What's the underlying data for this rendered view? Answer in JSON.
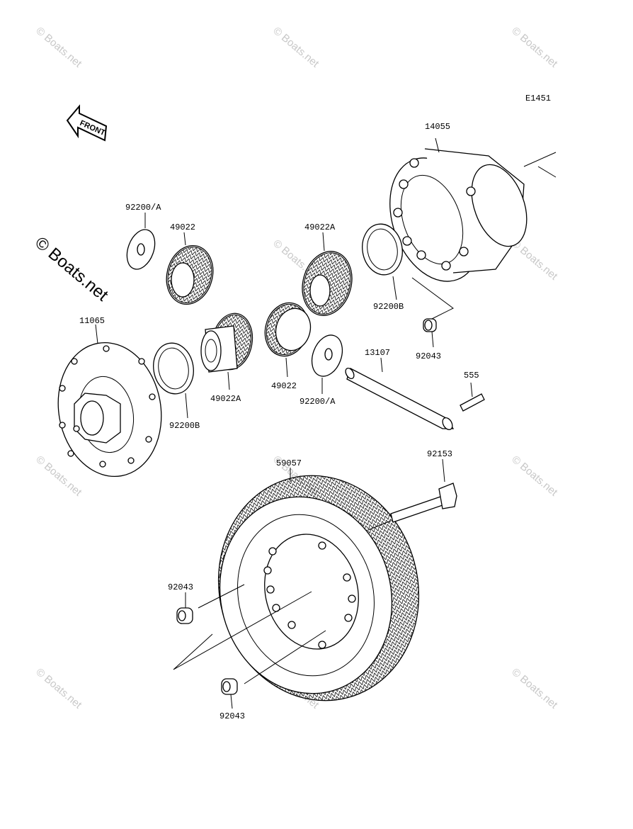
{
  "diagram_code": "E1451",
  "front_label": "FRONT",
  "watermark_text": "© Boats.net",
  "labels": {
    "p14055": "14055",
    "p92200a_top": "92200/A",
    "p49022_top": "49022",
    "p49022a_top": "49022A",
    "p92200b_right": "92200B",
    "p92043_right": "92043",
    "p11065": "11065",
    "p13107": "13107",
    "p555": "555",
    "p92200b_left": "92200B",
    "p49022a_bottom": "49022A",
    "p49022_bottom": "49022",
    "p92200a_bottom": "92200/A",
    "p59057": "59057",
    "p92153": "92153",
    "p92043_left": "92043",
    "p92043_bottom": "92043"
  }
}
